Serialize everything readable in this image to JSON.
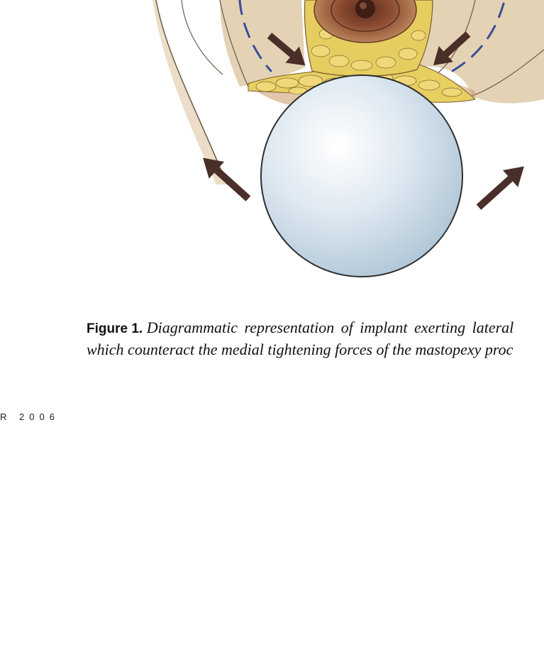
{
  "figure": {
    "caption_label": "Figure 1.",
    "caption_line1": "Diagrammatic representation of implant exerting lateral",
    "caption_line2": "which counteract the medial tightening forces of the mastopexy proc"
  },
  "footer": {
    "text": "R 2006"
  },
  "colors": {
    "skin": "#d9c5a0",
    "fat": "#e8d060",
    "implant": "#c9dbe8",
    "arrow": "#4a2e28",
    "dashed_line": "#3a4d9a"
  }
}
